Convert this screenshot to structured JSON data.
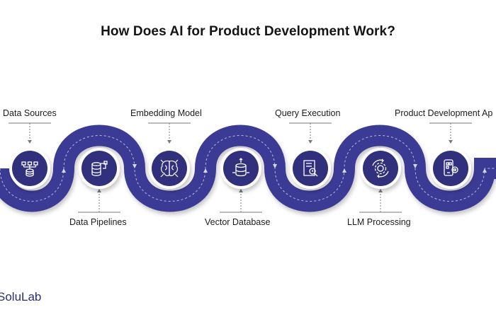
{
  "title": "How Does AI for Product Development Work?",
  "brand": "SoluLab",
  "colors": {
    "band": "#3a3a95",
    "band_dark": "#2e2e7d",
    "node": "#30307c",
    "icon": "#ffffff",
    "dash": "#b6b8de",
    "connector": "#7a7a7a"
  },
  "steps": [
    {
      "label": "Data Sources",
      "icon": "hierarchy-database-icon"
    },
    {
      "label": "Data Pipelines",
      "icon": "pipeline-database-icon"
    },
    {
      "label": "Embedding Model",
      "icon": "brain-chip-icon"
    },
    {
      "label": "Vector Database",
      "icon": "database-arrows-icon"
    },
    {
      "label": "Query Execution",
      "icon": "document-search-icon"
    },
    {
      "label": "LLM Processing",
      "icon": "gear-cycle-icon"
    },
    {
      "label": "Product Development Ap",
      "icon": "mobile-app-gear-icon"
    }
  ]
}
